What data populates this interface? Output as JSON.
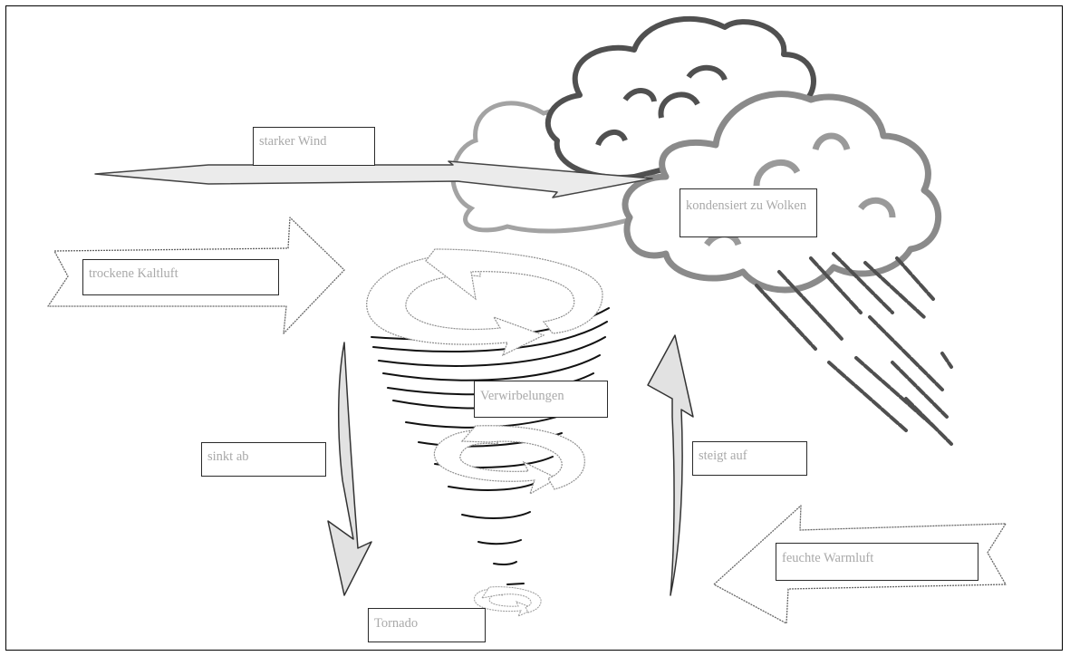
{
  "labels": {
    "strong_wind": "starker Wind",
    "condenses": "kondensiert zu Wolken",
    "dry_cold_air": "trockene Kaltluft",
    "turbulence": "Verwirbelungen",
    "sinks": "sinkt ab",
    "rises": "steigt auf",
    "humid_warm_air": "feuchte Warmluft",
    "tornado": "Tornado"
  },
  "colors": {
    "cloud_back": "#9e9e9e",
    "cloud_front": "#4d4d4d",
    "rain": "#555555",
    "arrow_fill": "#e6e6e6",
    "label_text": "#a9a9a9"
  }
}
